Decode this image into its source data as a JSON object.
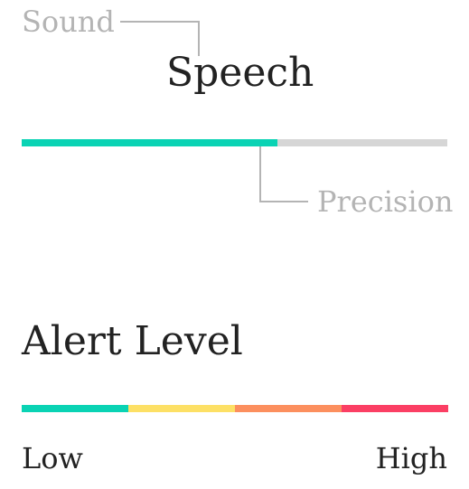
{
  "sound_panel": {
    "caption": "Sound",
    "title": "Speech"
  },
  "precision": {
    "label": "Precision",
    "value_percent": 60,
    "fill_color": "#0ad3b4",
    "track_color": "#d6d6d6"
  },
  "alert": {
    "title": "Alert Level",
    "low_label": "Low",
    "high_label": "High",
    "segment_colors": [
      "#0ad3b4",
      "#fde065",
      "#fc8f5e",
      "#fb3f64"
    ]
  }
}
